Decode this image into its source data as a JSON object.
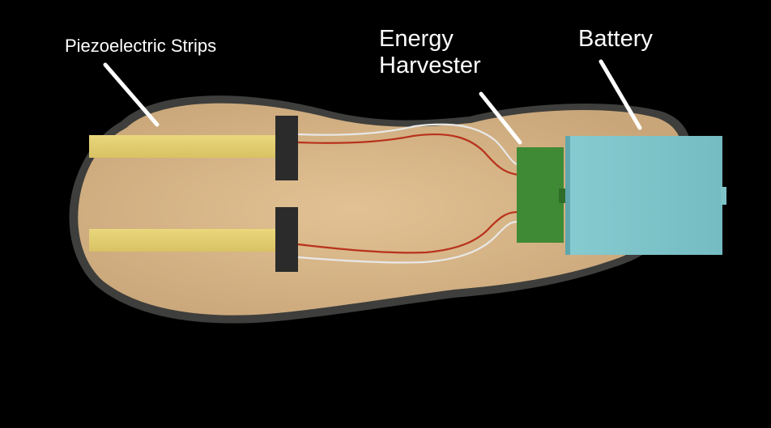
{
  "labels": {
    "piezo": "Piezoelectric Strips",
    "harvester_line1": "Energy",
    "harvester_line2": "Harvester",
    "battery": "Battery"
  },
  "colors": {
    "background": "#000000",
    "insole_fill": "#d8b68a",
    "insole_edge": "#3e3e3c",
    "piezo_strip": "#e3cf72",
    "connector_block": "#2b2b2b",
    "wire_red": "#b8321c",
    "wire_white": "#e8e8e8",
    "harvester": "#3f8a35",
    "battery": "#7ec4c9",
    "leader_line": "#ffffff"
  }
}
